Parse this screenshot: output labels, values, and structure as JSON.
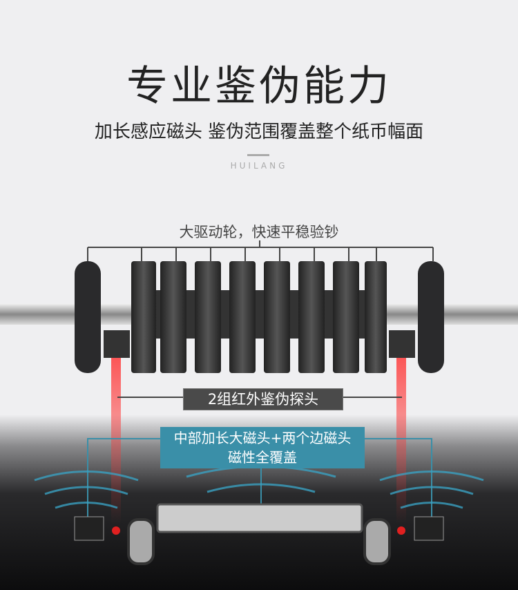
{
  "header": {
    "title": "专业鉴伪能力",
    "subtitle": "加长感应磁头 鉴伪范围覆盖整个纸币幅面",
    "brand": "HUILANG"
  },
  "callouts": {
    "rollers": "大驱动轮，快速平稳验钞",
    "infrared": "2组红外鉴伪探头",
    "magnetic_line1": "中部加长大磁头+两个边磁头",
    "magnetic_line2": "磁性全覆盖"
  },
  "colors": {
    "accent": "#3a8fa8",
    "infrared": "#e02020"
  }
}
